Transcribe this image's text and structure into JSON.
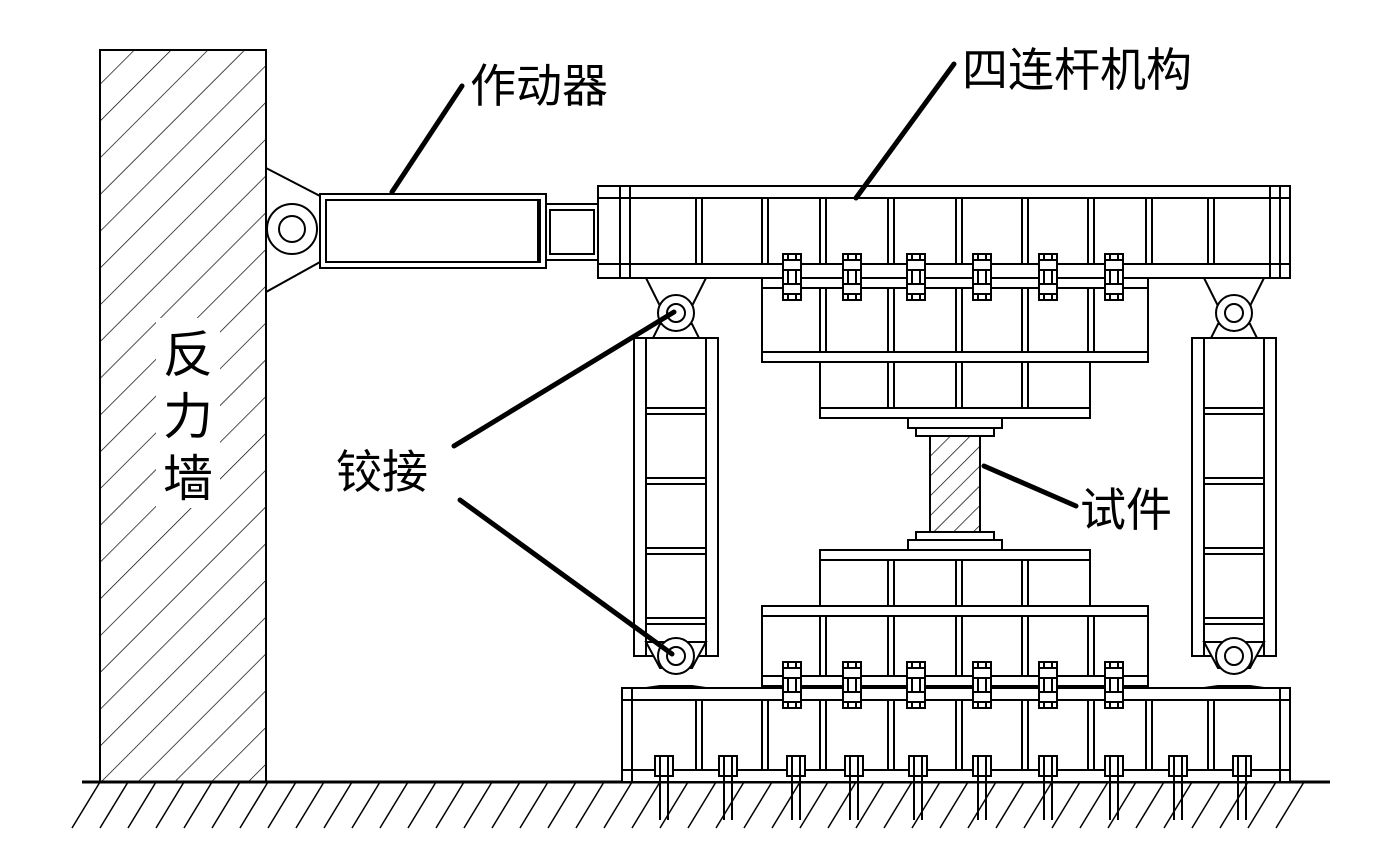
{
  "labels": {
    "actuator": "作动器",
    "four_bar": "四连杆机构",
    "wall": [
      "反",
      "力",
      "墙"
    ],
    "hinge": "铰接",
    "specimen": "试件"
  },
  "colors": {
    "line": "#000000",
    "background": "#ffffff"
  }
}
